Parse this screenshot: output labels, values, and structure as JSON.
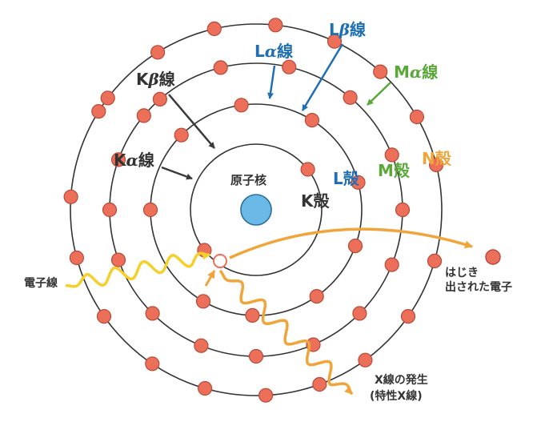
{
  "diagram": {
    "nucleus_label": "原子核",
    "shells": {
      "K": "K殻",
      "L": "L殻",
      "M": "M殻",
      "N": "N殻"
    },
    "lines": {
      "K_alpha": {
        "prefix": "K",
        "greek": "α",
        "suffix": "線"
      },
      "K_beta": {
        "prefix": "K",
        "greek": "β",
        "suffix": "線"
      },
      "L_alpha": {
        "prefix": "L",
        "greek": "α",
        "suffix": "線"
      },
      "L_beta": {
        "prefix": "L",
        "greek": "β",
        "suffix": "線"
      },
      "M_alpha": {
        "prefix": "M",
        "greek": "α",
        "suffix": "線"
      }
    },
    "electron_beam": "電子線",
    "ejected_electron": {
      "line1": "はじき",
      "line2": "出された電子"
    },
    "xray_generation": {
      "line1": "X線の発生",
      "line2": "(特性X線)"
    },
    "colors": {
      "shell_line": "#333333",
      "electron_fill": "#ec6f5a",
      "electron_stroke": "#b84a3a",
      "nucleus_fill": "#6ab9e6",
      "nucleus_stroke": "#2b6e9c",
      "arrow_dark": "#3a3a3a",
      "arrow_blue": "#1f6fb2",
      "arrow_green": "#5aa83a",
      "arrow_orange": "#f0a53a",
      "beam_yellow": "#f5cf2a"
    }
  }
}
